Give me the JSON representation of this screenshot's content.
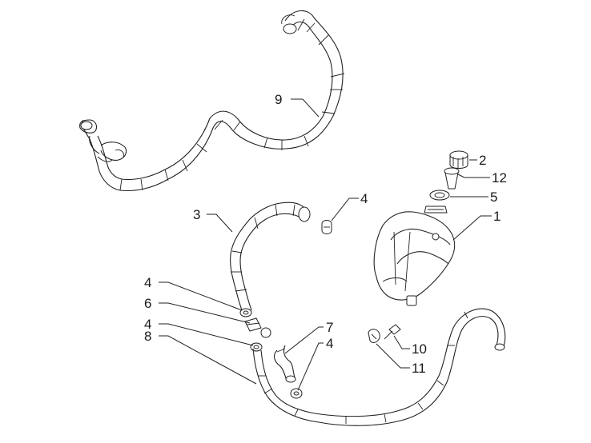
{
  "diagram": {
    "labels": {
      "p1": "1",
      "p2": "2",
      "p3": "3",
      "p4a": "4",
      "p4b": "4",
      "p4c": "4",
      "p4d": "4",
      "p5": "5",
      "p6": "6",
      "p7": "7",
      "p8": "8",
      "p9": "9",
      "p10": "10",
      "p11": "11",
      "p12": "12"
    }
  }
}
